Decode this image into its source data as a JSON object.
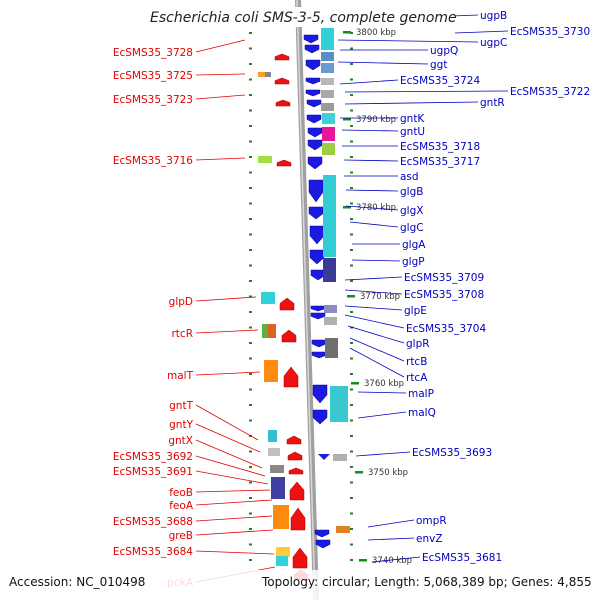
{
  "title": "Escherichia coli SMS-3-5, complete genome",
  "footer": {
    "accession": "Accession: NC_010498",
    "topology": "Topology: circular; Length: 5,068,389 bp; Genes: 4,855"
  },
  "colors": {
    "left_label": "#e00000",
    "right_label": "#0000c0",
    "reverse_strand_gene": "#ee1111",
    "forward_strand_gene": "#1a1ae0",
    "backbone": "#a8a8a8",
    "tick": "#1b8a1b"
  },
  "scale_labels": [
    "3800 kbp",
    "3790 kbp",
    "3780 kbp",
    "3770 kbp",
    "3760 kbp",
    "3750 kbp",
    "3740 kbp"
  ],
  "left_labels": [
    "EcSMS35_3728",
    "EcSMS35_3725",
    "EcSMS35_3723",
    "EcSMS35_3716",
    "glpD",
    "rtcR",
    "malT",
    "gntT",
    "gntY",
    "gntX",
    "EcSMS35_3692",
    "EcSMS35_3691",
    "feoB",
    "feoA",
    "EcSMS35_3688",
    "greB",
    "EcSMS35_3684",
    "pckA"
  ],
  "right_labels": [
    "ugpB",
    "EcSMS35_3730",
    "ugpC",
    "ugpQ",
    "ggt",
    "EcSMS35_3724",
    "EcSMS35_3722",
    "gntR",
    "gntK",
    "gntU",
    "EcSMS35_3718",
    "EcSMS35_3717",
    "asd",
    "glgB",
    "glgX",
    "glgC",
    "glgA",
    "glgP",
    "EcSMS35_3709",
    "EcSMS35_3708",
    "glpE",
    "EcSMS35_3704",
    "glpR",
    "rtcB",
    "rtcA",
    "malP",
    "malQ",
    "EcSMS35_3693",
    "ompR",
    "envZ",
    "EcSMS35_3681"
  ]
}
